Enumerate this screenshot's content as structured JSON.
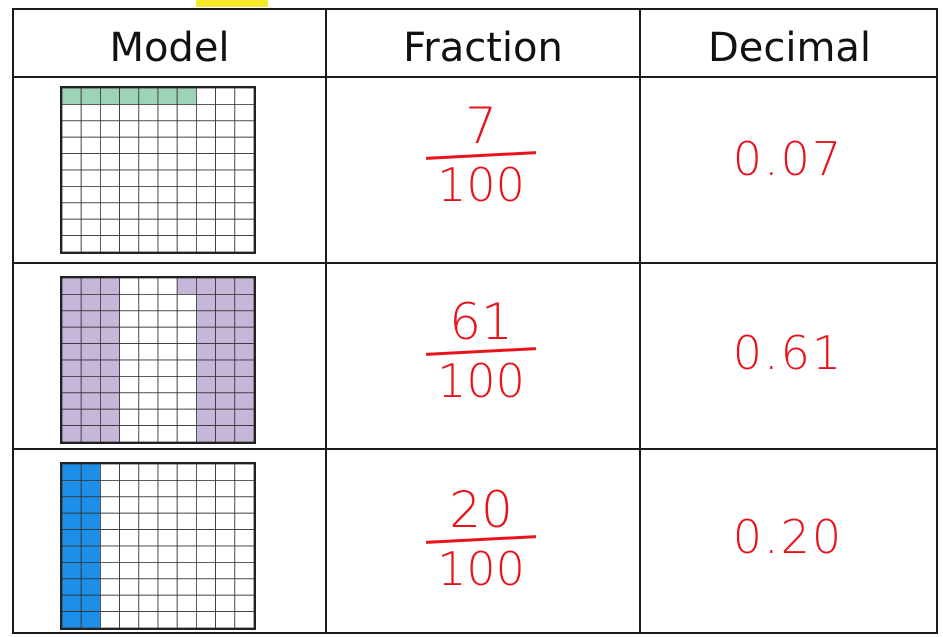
{
  "table": {
    "headers": [
      "Model",
      "Fraction",
      "Decimal"
    ],
    "rows": [
      {
        "shaded": 7,
        "fill_color": "#9fd3b8",
        "pattern": "top-row",
        "numerator": "7",
        "denominator": "100",
        "decimal": "0.07"
      },
      {
        "shaded": 61,
        "fill_color": "#c6b6d9",
        "pattern": "columns",
        "numerator": "61",
        "denominator": "100",
        "decimal": "0.61"
      },
      {
        "shaded": 20,
        "fill_color": "#1e8fe8",
        "pattern": "columns",
        "numerator": "20",
        "denominator": "100",
        "decimal": "0.20"
      }
    ]
  },
  "colors": {
    "ink": "#e8141b",
    "highlight": "#f7e92a",
    "border": "#1a1a1a"
  }
}
